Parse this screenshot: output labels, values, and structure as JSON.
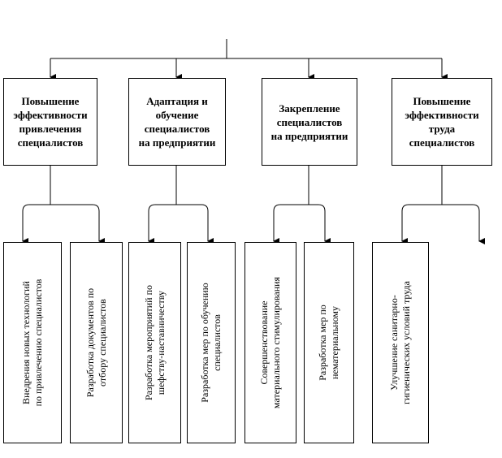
{
  "diagram": {
    "categories": [
      {
        "title": "Повышение\nэффективности\nпривлечения\nспециалистов",
        "measures": [
          "Внедрения новых технологий\nпо привлечению специалистов",
          "Разработка документов по\nотбору специалистов"
        ]
      },
      {
        "title": "Адаптация и\nобучение\nспециалистов\nна предприятии",
        "measures": [
          "Разработка мероприятий по\nшефству-наставничеству",
          "Разработка мер по обучению\nспециалистов"
        ]
      },
      {
        "title": "Закрепление\nспециалистов\nна предприятии",
        "measures": [
          "Совершенствование\nматериального стимулирования",
          "Разработка мер по\nнематериальному"
        ]
      },
      {
        "title": "Повышение\nэффективности\nтруда\nспециалистов",
        "measures": [
          "Улучшение санитарно-\nгигиенических условий труда"
        ]
      }
    ]
  }
}
